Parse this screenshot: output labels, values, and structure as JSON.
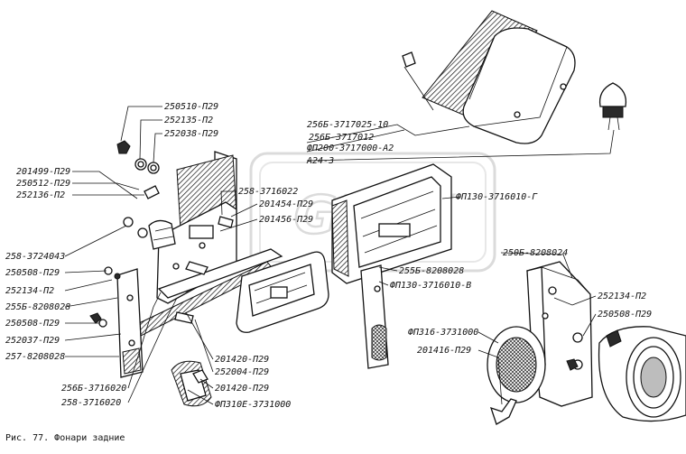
{
  "caption": "Рис. 77. Фонари задние",
  "watermark": "GPEX",
  "labels": {
    "l250510": "250510-П29",
    "l252135": "252135-П2",
    "l252038": "252038-П29",
    "l201499": "201499-П29",
    "l250512": "250512-П29",
    "l252136": "252136-П2",
    "l258_3724043": "258-3724043",
    "l250508_a": "250508-П29",
    "l252134_a": "252134-П2",
    "l255B_8208028": "255Б-8208028",
    "l250508_b": "250508-П29",
    "l252037": "252037-П29",
    "l257_8208028": "257-8208028",
    "l256B_3716020": "256Б-3716020",
    "l258_3716020": "258-3716020",
    "l258_3716022": "258-3716022",
    "l201454": "201454-П29",
    "l201456": "201456-П29",
    "l256B_3717025": "256Б-3717025-10",
    "l256B_3717012": "256Б-3717012",
    "lFP200": "ФП200-3717000-А2",
    "lA24": "А24-3",
    "lFP130_G": "ФП130-3716010-Г",
    "l255B_8208028_b": "255Б-8208028",
    "lFP130_V": "ФП130-3716010-В",
    "l201420_a": "201420-П29",
    "l252004": "252004-П29",
    "l201420_b": "201420-П29",
    "lFP310E": "ФП310Е-3731000",
    "l250B_8208024": "250Б-8208024",
    "l252134_b": "252134-П2",
    "l250508_c": "250508-П29",
    "lFP316": "ФП316-3731000",
    "l201416": "201416-П29"
  }
}
